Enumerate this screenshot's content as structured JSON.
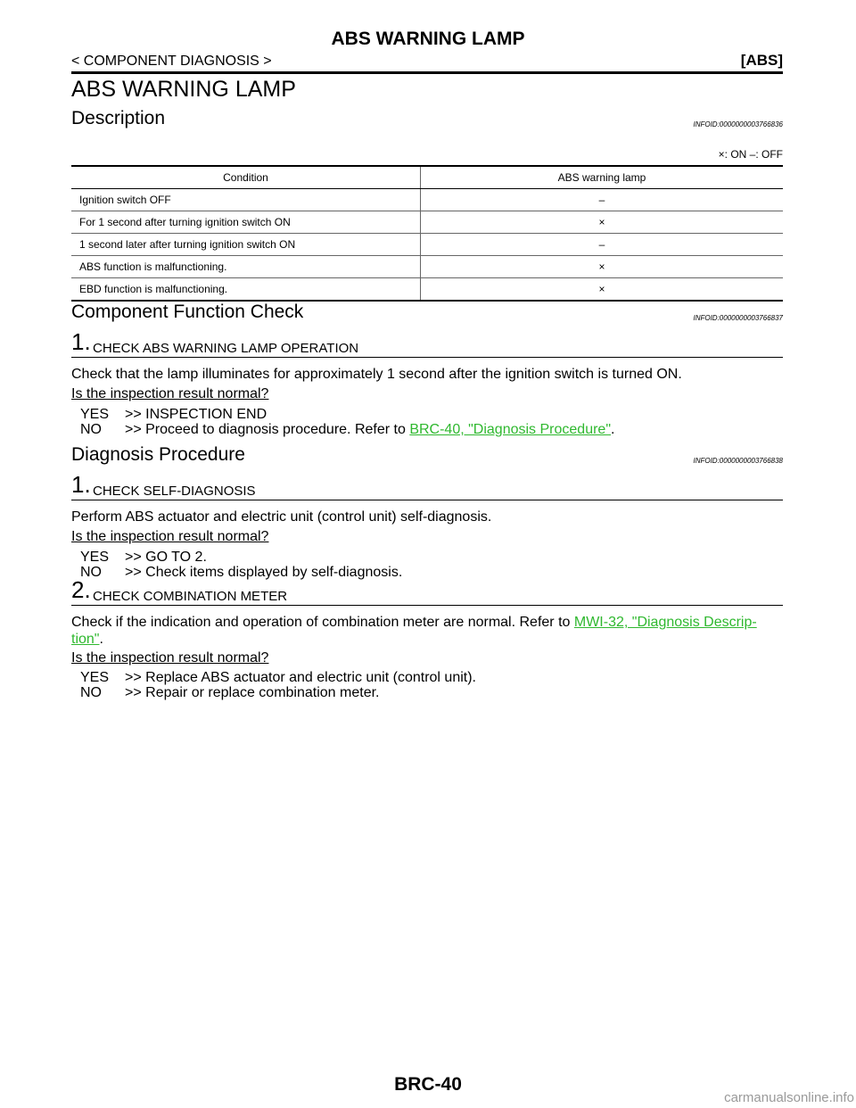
{
  "header": {
    "title": "ABS WARNING LAMP",
    "left": "< COMPONENT DIAGNOSIS >",
    "right": "[ABS]"
  },
  "main_title": "ABS WARNING LAMP",
  "description": {
    "title": "Description",
    "infoid": "INFOID:0000000003766836",
    "legend": "×: ON –: OFF",
    "table": {
      "headers": [
        "Condition",
        "ABS warning lamp"
      ],
      "rows": [
        [
          "Ignition switch OFF",
          "–"
        ],
        [
          "For 1 second after turning ignition switch ON",
          "×"
        ],
        [
          "1 second later after turning ignition switch ON",
          "–"
        ],
        [
          "ABS function is malfunctioning.",
          "×"
        ],
        [
          "EBD function is malfunctioning.",
          "×"
        ]
      ]
    }
  },
  "component_check": {
    "title": "Component Function Check",
    "infoid": "INFOID:0000000003766837",
    "step1": {
      "num": "1.",
      "title": "CHECK ABS WARNING LAMP OPERATION"
    },
    "text": "Check that the lamp illuminates for approximately 1 second after the ignition switch is turned ON.",
    "question": "Is the inspection result normal?",
    "yes_label": "YES",
    "yes": ">> INSPECTION END",
    "no_label": "NO",
    "no": ">> Proceed to diagnosis procedure. Refer to",
    "no_link": "BRC-40, \"Diagnosis Procedure\"",
    "no_end": "."
  },
  "diagnosis": {
    "title": "Diagnosis Procedure",
    "infoid": "INFOID:0000000003766838",
    "step1": {
      "num": "1.",
      "title": "CHECK SELF-DIAGNOSIS"
    },
    "text1": "Perform ABS actuator and electric unit (control unit) self-diagnosis.",
    "question1": "Is the inspection result normal?",
    "yes1_label": "YES",
    "yes1": ">> GO TO 2.",
    "no1_label": "NO",
    "no1": ">> Check items displayed by self-diagnosis.",
    "step2": {
      "num": "2.",
      "title": "CHECK COMBINATION METER"
    },
    "text2": "Check if the indication and operation of combination meter are normal. Refer to",
    "link2a": "MWI-32, \"Diagnosis Descrip-",
    "link2b": "tion\"",
    "text2_end": ".",
    "question2": "Is the inspection result normal?",
    "yes2_label": "YES",
    "yes2": ">> Replace ABS actuator and electric unit (control unit).",
    "no2_label": "NO",
    "no2": ">> Repair or replace combination meter."
  },
  "footer": {
    "page": "BRC-40"
  },
  "watermark": "carmanualsonline.info"
}
